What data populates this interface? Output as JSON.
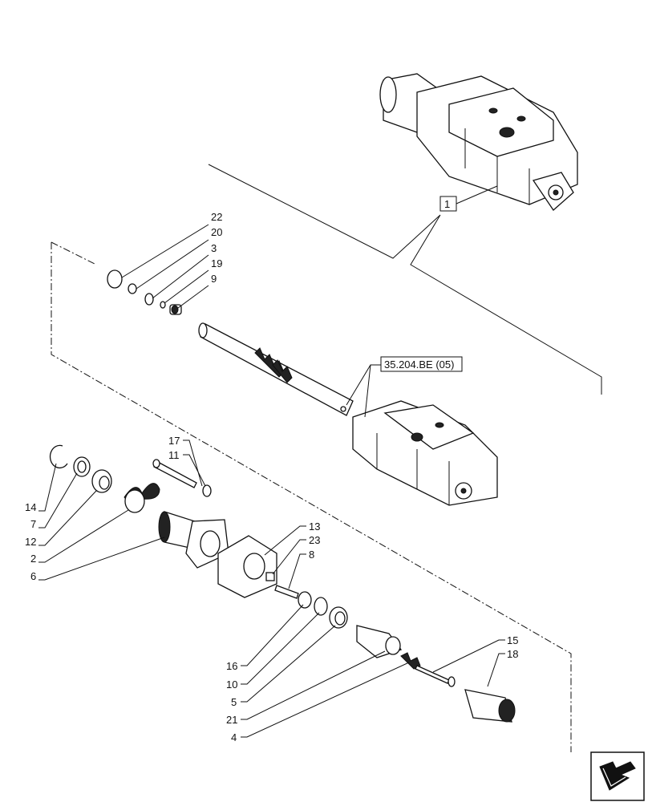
{
  "references": {
    "assembly": "1",
    "section": "35.204.BE (05)"
  },
  "callouts": [
    "22",
    "20",
    "3",
    "19",
    "9",
    "17",
    "11",
    "14",
    "7",
    "12",
    "2",
    "6",
    "13",
    "23",
    "8",
    "16",
    "10",
    "5",
    "21",
    "4",
    "15",
    "18"
  ],
  "icons": {
    "nav": "next-page-arrow-icon"
  }
}
